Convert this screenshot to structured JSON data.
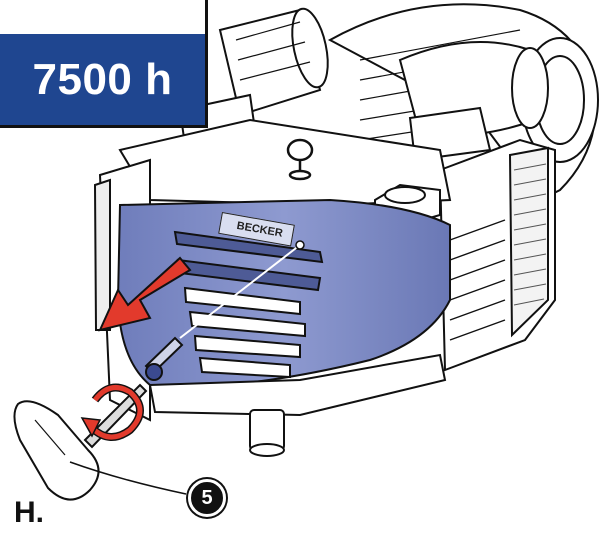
{
  "badge": {
    "text": "7500 h",
    "color": "#1f4690"
  },
  "step": {
    "label": "H."
  },
  "callout": {
    "number": "5"
  },
  "brand_plate": {
    "text": "BECKER"
  },
  "icons": [
    "arrow-icon",
    "rotation-arrow-icon",
    "key-tool-icon",
    "screw-icon",
    "eye-bolt-icon"
  ],
  "colors": {
    "panel": "#7e8bc4",
    "arrow": "#e23a2c",
    "outline": "#111111"
  }
}
